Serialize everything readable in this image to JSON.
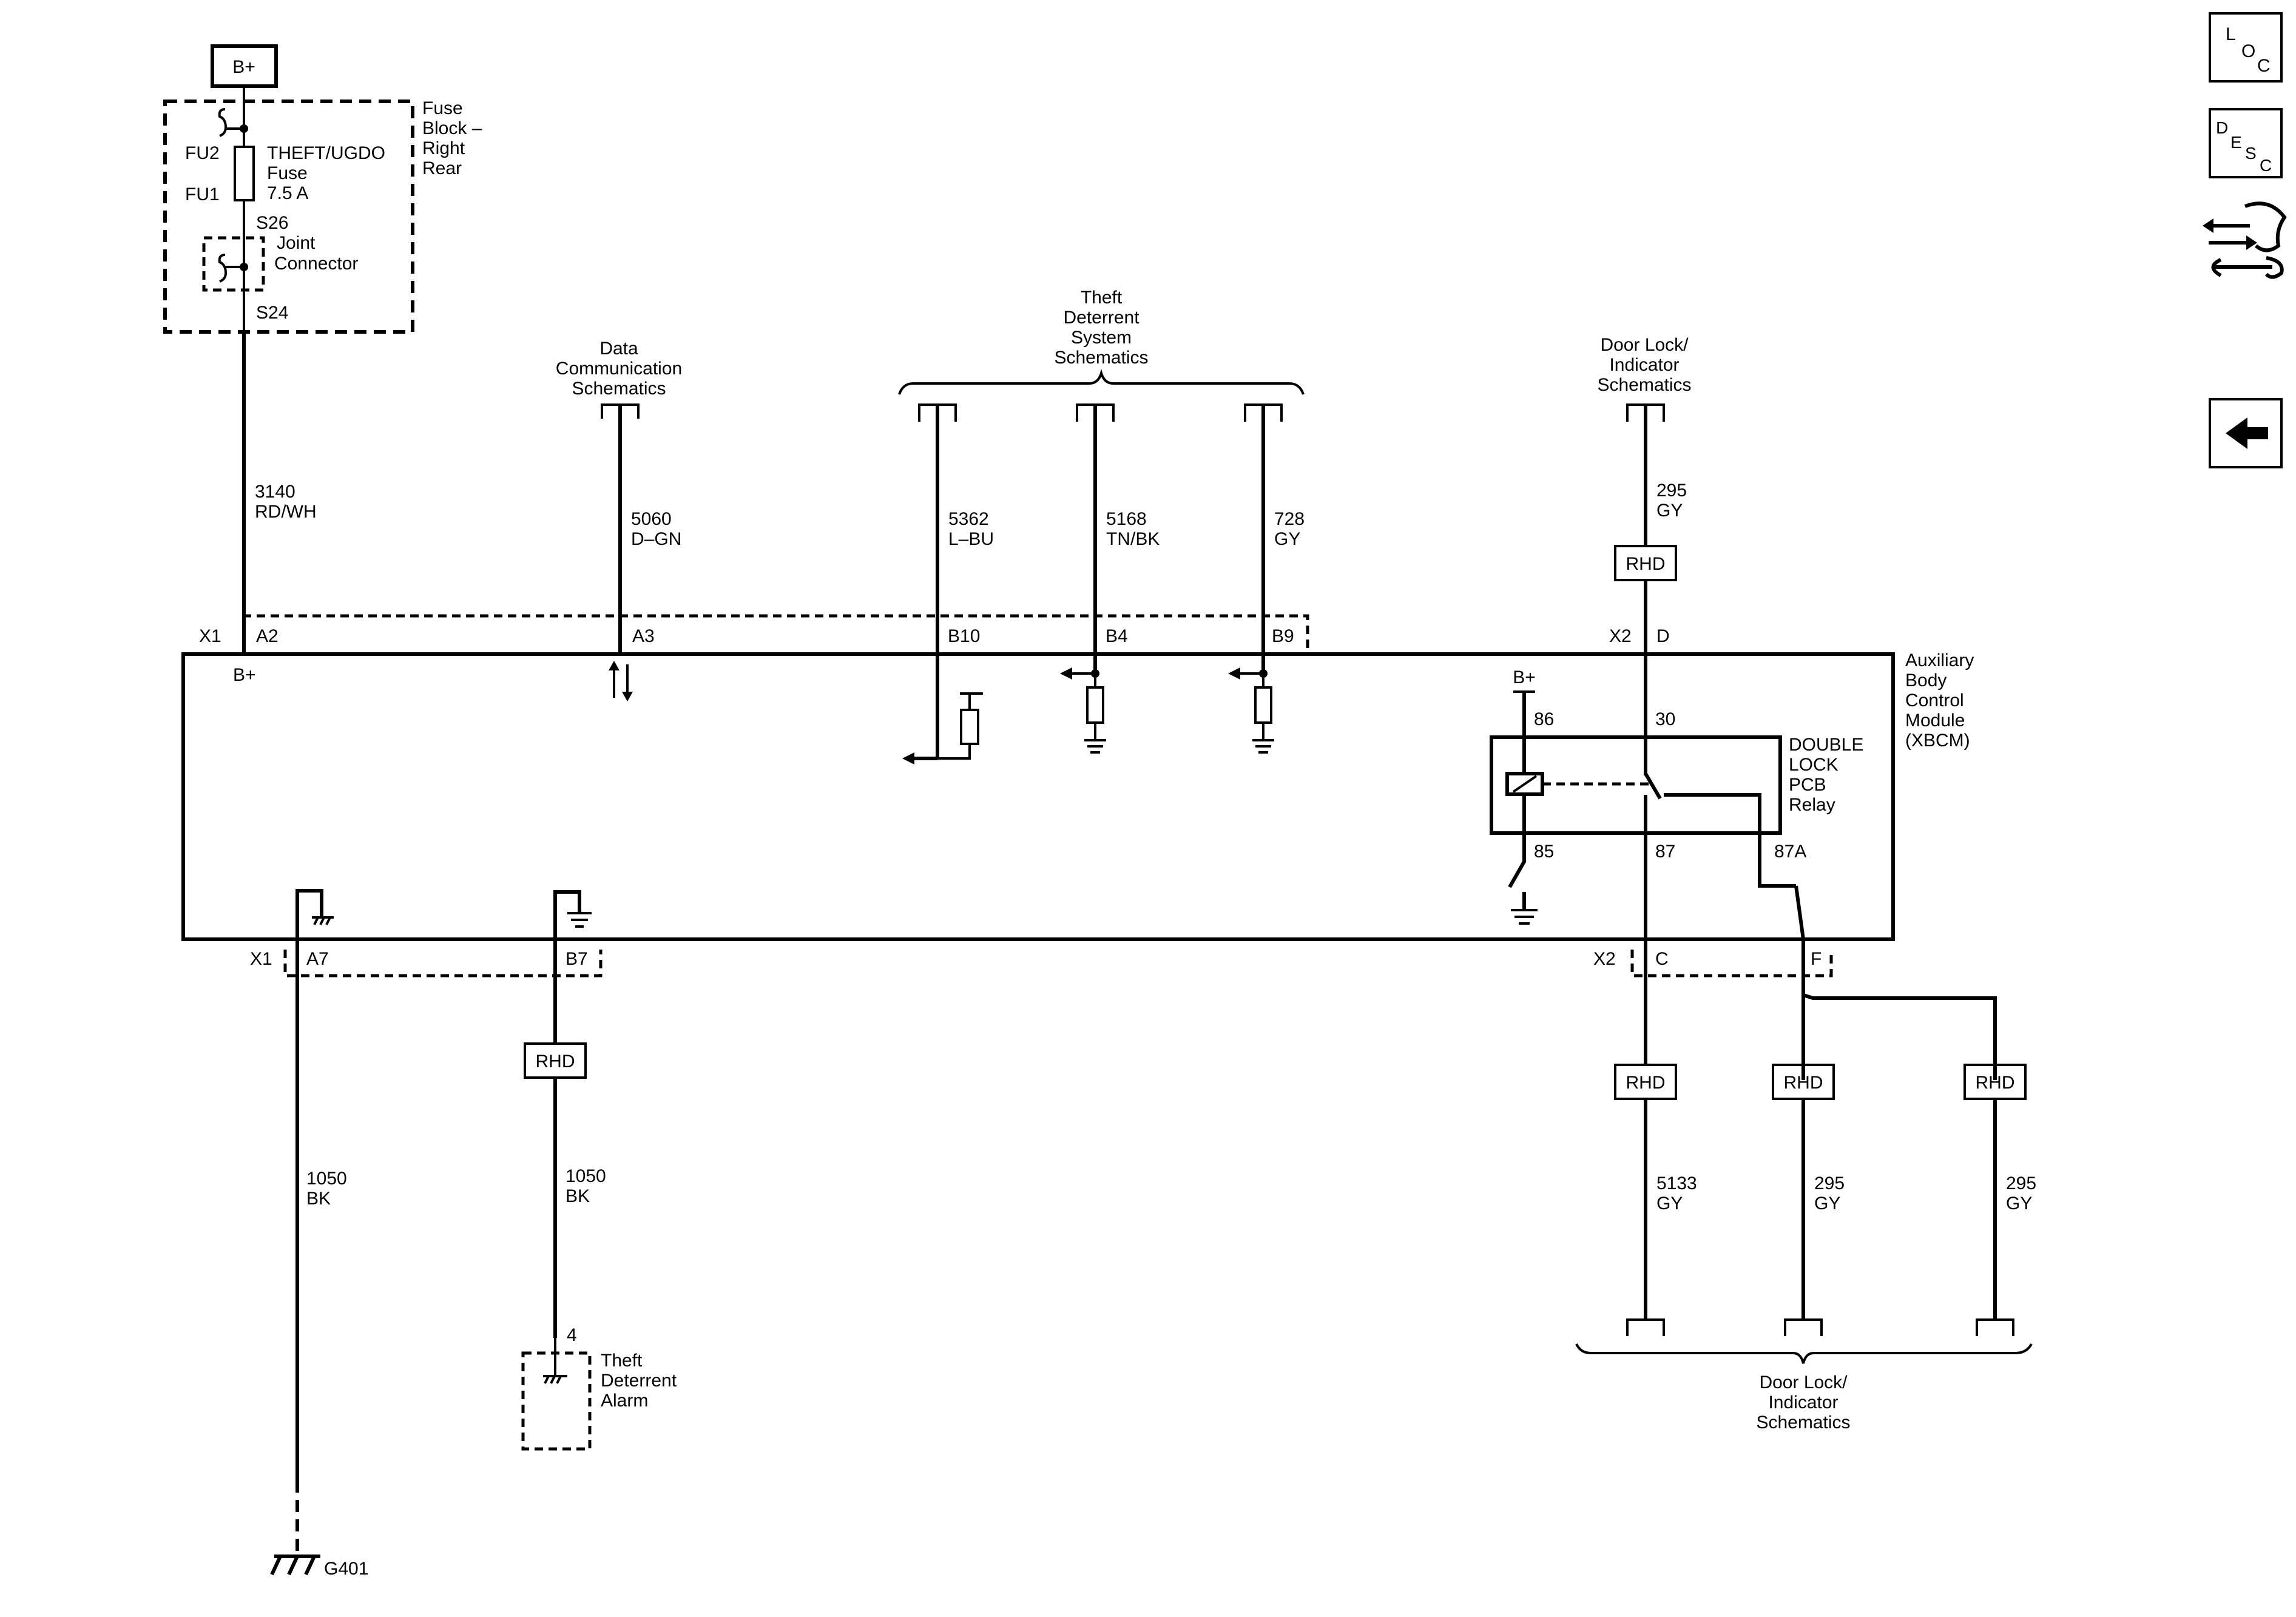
{
  "power": {
    "bplus": "B+"
  },
  "fuse_block": {
    "name": [
      "Fuse",
      "Block –",
      "Right",
      "Rear"
    ],
    "fu2": "FU2",
    "fu1": "FU1",
    "fuse_label": [
      "THEFT/UGDO",
      "Fuse",
      "7.5 A"
    ],
    "s26": "S26",
    "s24": "S24",
    "joint_connector": [
      "Joint",
      "Connector"
    ]
  },
  "references": {
    "data_comm": [
      "Data",
      "Communication",
      "Schematics"
    ],
    "theft_deterrent": [
      "Theft",
      "Deterrent",
      "System",
      "Schematics"
    ],
    "door_lock_top": [
      "Door Lock/",
      "Indicator",
      "Schematics"
    ],
    "door_lock_bottom": [
      "Door Lock/",
      "Indicator",
      "Schematics"
    ]
  },
  "wires": {
    "w3140": [
      "3140",
      "RD/WH"
    ],
    "w5060": [
      "5060",
      "D–GN"
    ],
    "w5362": [
      "5362",
      "L–BU"
    ],
    "w5168": [
      "5168",
      "TN/BK"
    ],
    "w728": [
      "728",
      "GY"
    ],
    "w295_top": [
      "295",
      "GY"
    ],
    "w1050_left": [
      "1050",
      "BK"
    ],
    "w1050_mid": [
      "1050",
      "BK"
    ],
    "w5133": [
      "5133",
      "GY"
    ],
    "w295_mid": [
      "295",
      "GY"
    ],
    "w295_right": [
      "295",
      "GY"
    ]
  },
  "connectors": {
    "x1_top": "X1",
    "x2_top": "X2",
    "x1_bottom": "X1",
    "x2_bottom": "X2",
    "a2": "A2",
    "a3": "A3",
    "b10": "B10",
    "b4": "B4",
    "b9": "B9",
    "d": "D",
    "a7": "A7",
    "b7": "B7",
    "c": "C",
    "f": "F"
  },
  "module": {
    "name": [
      "Auxiliary",
      "Body",
      "Control",
      "Module",
      "(XBCM)"
    ],
    "bplus_pin": "B+"
  },
  "relay": {
    "name": [
      "DOUBLE",
      "LOCK",
      "PCB",
      "Relay"
    ],
    "bplus": "B+",
    "p86": "86",
    "p30": "30",
    "p85": "85",
    "p87": "87",
    "p87a": "87A"
  },
  "rhd_label": "RHD",
  "alarm": {
    "pin": "4",
    "name": [
      "Theft",
      "Deterrent",
      "Alarm"
    ]
  },
  "ground": {
    "g401": "G401"
  },
  "side_buttons": {
    "loc": [
      "L",
      "O",
      "C"
    ],
    "desc": [
      "D",
      "E",
      "S",
      "C"
    ],
    "connector_view": "connector-tool-icon",
    "back": "back-arrow-icon"
  }
}
